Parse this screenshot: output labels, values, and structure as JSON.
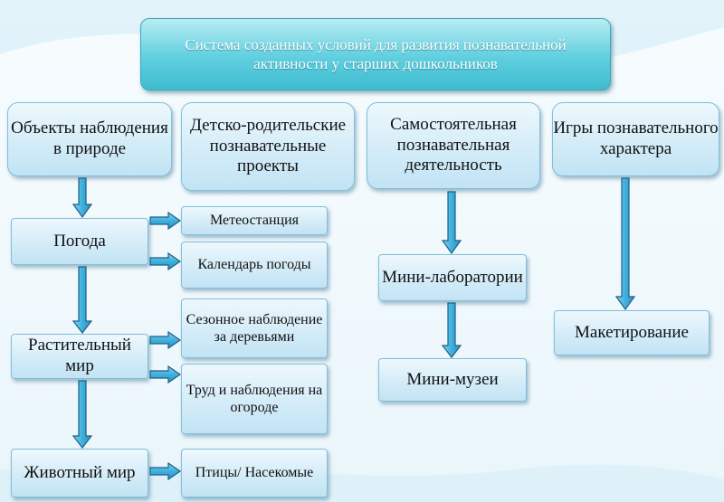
{
  "title": "Система созданных условий для развития познавательной активности у старших дошкольников",
  "categories": {
    "nature": "Объекты наблюдения в природе",
    "projects": "Детско-родительские познавательные проекты",
    "independent": "Самостоятельная познавательная деятельность",
    "games": "Игры познавательного характера"
  },
  "nature_items": {
    "weather": "Погода",
    "plants": "Растительный мир",
    "animals": "Животный мир"
  },
  "weather_items": [
    "Метеостанция",
    "Календарь погоды"
  ],
  "plant_items": [
    "Сезонное наблюдение за деревьями",
    "Труд и наблюдения на огороде"
  ],
  "animal_items": [
    "Птицы/ Насекомые"
  ],
  "independent_items": [
    "Мини-лаборатории",
    "Мини-музеи"
  ],
  "games_items": [
    "Макетирование"
  ],
  "colors": {
    "arrow_fill": "#3fb0dc",
    "arrow_stroke": "#1d5f86",
    "title_bg": "#5fcfdf",
    "box_bg": "#d4ecf8"
  }
}
